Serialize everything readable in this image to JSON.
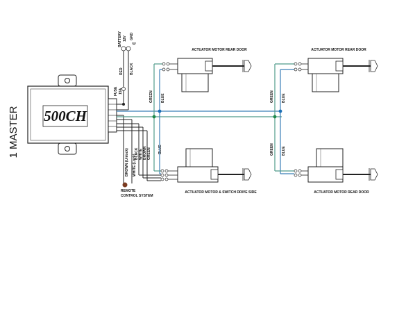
{
  "system": {
    "side_title": "1 MASTER",
    "unit_model": "500CH",
    "remote_label_1": "REMOTE",
    "remote_label_2": "CONTROL SYSTEM"
  },
  "power": {
    "battery": "BATTERY",
    "voltage": "12V",
    "gnd": "GND",
    "fuse": "FUSE",
    "fuse_rating": "15A",
    "red": "RED",
    "black": "BLACK"
  },
  "harness": {
    "brown_unlock": "BROWN (Unlock)",
    "white_lock": "WHITE (Lock)",
    "black": "BLACK",
    "white": "WHITE",
    "brown": "BROWN",
    "green": "GREEN",
    "blue": "BLUE"
  },
  "actuators": {
    "top_left": "ACTUATOR MOTOR REAR DOOR",
    "top_right": "ACTUATOR MOTOR REAR DOOR",
    "bottom_left": "ACTUATOR MOTOR & SWITCH DRIVE SIDE",
    "bottom_right": "ACTUATOR MOTOR REAR DOOR"
  },
  "wire_labels": {
    "green": "GREEN",
    "blue": "BLUE"
  },
  "colors": {
    "wire_green": "#4f9b8a",
    "wire_blue": "#3b7fb8",
    "wire_black": "#222222",
    "wire_brown": "#8a4b2a",
    "node_green": "#1f8a4a",
    "node_blue": "#1c6fb5",
    "remote_dot": "#7a3b20"
  }
}
